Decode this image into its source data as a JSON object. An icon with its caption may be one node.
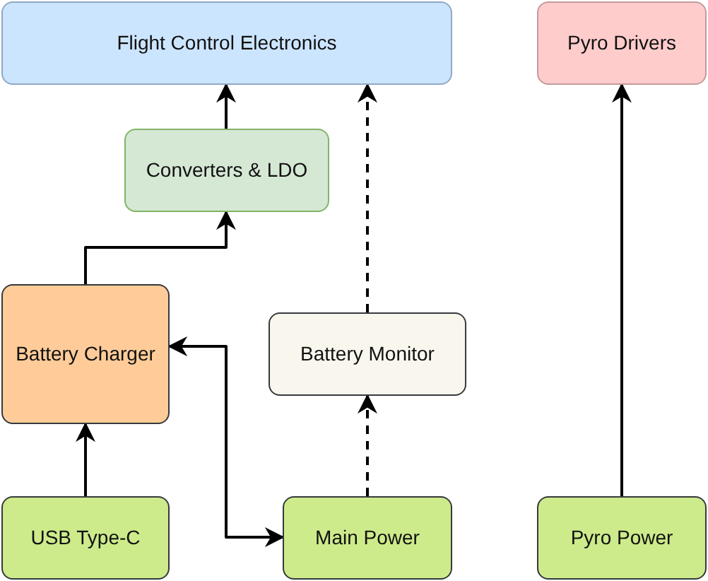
{
  "diagram": {
    "nodes": [
      {
        "text": [
          "Flight Control Electronics"
        ]
      },
      {
        "text": [
          "Pyro Drivers"
        ]
      },
      {
        "text": [
          "Converters & LDO"
        ]
      },
      {
        "text": [
          "Battery Charger"
        ]
      },
      {
        "text": [
          "Battery Monitor"
        ]
      },
      {
        "text": [
          "USB Type-C"
        ]
      },
      {
        "text": [
          "Main Power"
        ]
      },
      {
        "text": [
          "Pyro Power"
        ]
      }
    ],
    "edges": [
      {
        "from": 5,
        "to": 3,
        "arrow": "to"
      },
      {
        "from": 3,
        "to": 2,
        "arrow": "to"
      },
      {
        "from": 2,
        "to": 0,
        "arrow": "to"
      },
      {
        "from": 6,
        "to": 4,
        "arrow": "to",
        "style": "dashed"
      },
      {
        "from": 4,
        "to": 0,
        "arrow": "to",
        "style": "dashed"
      },
      {
        "from": 3,
        "to": 6,
        "arrow": "both"
      },
      {
        "from": 7,
        "to": 1,
        "arrow": "to"
      }
    ]
  }
}
